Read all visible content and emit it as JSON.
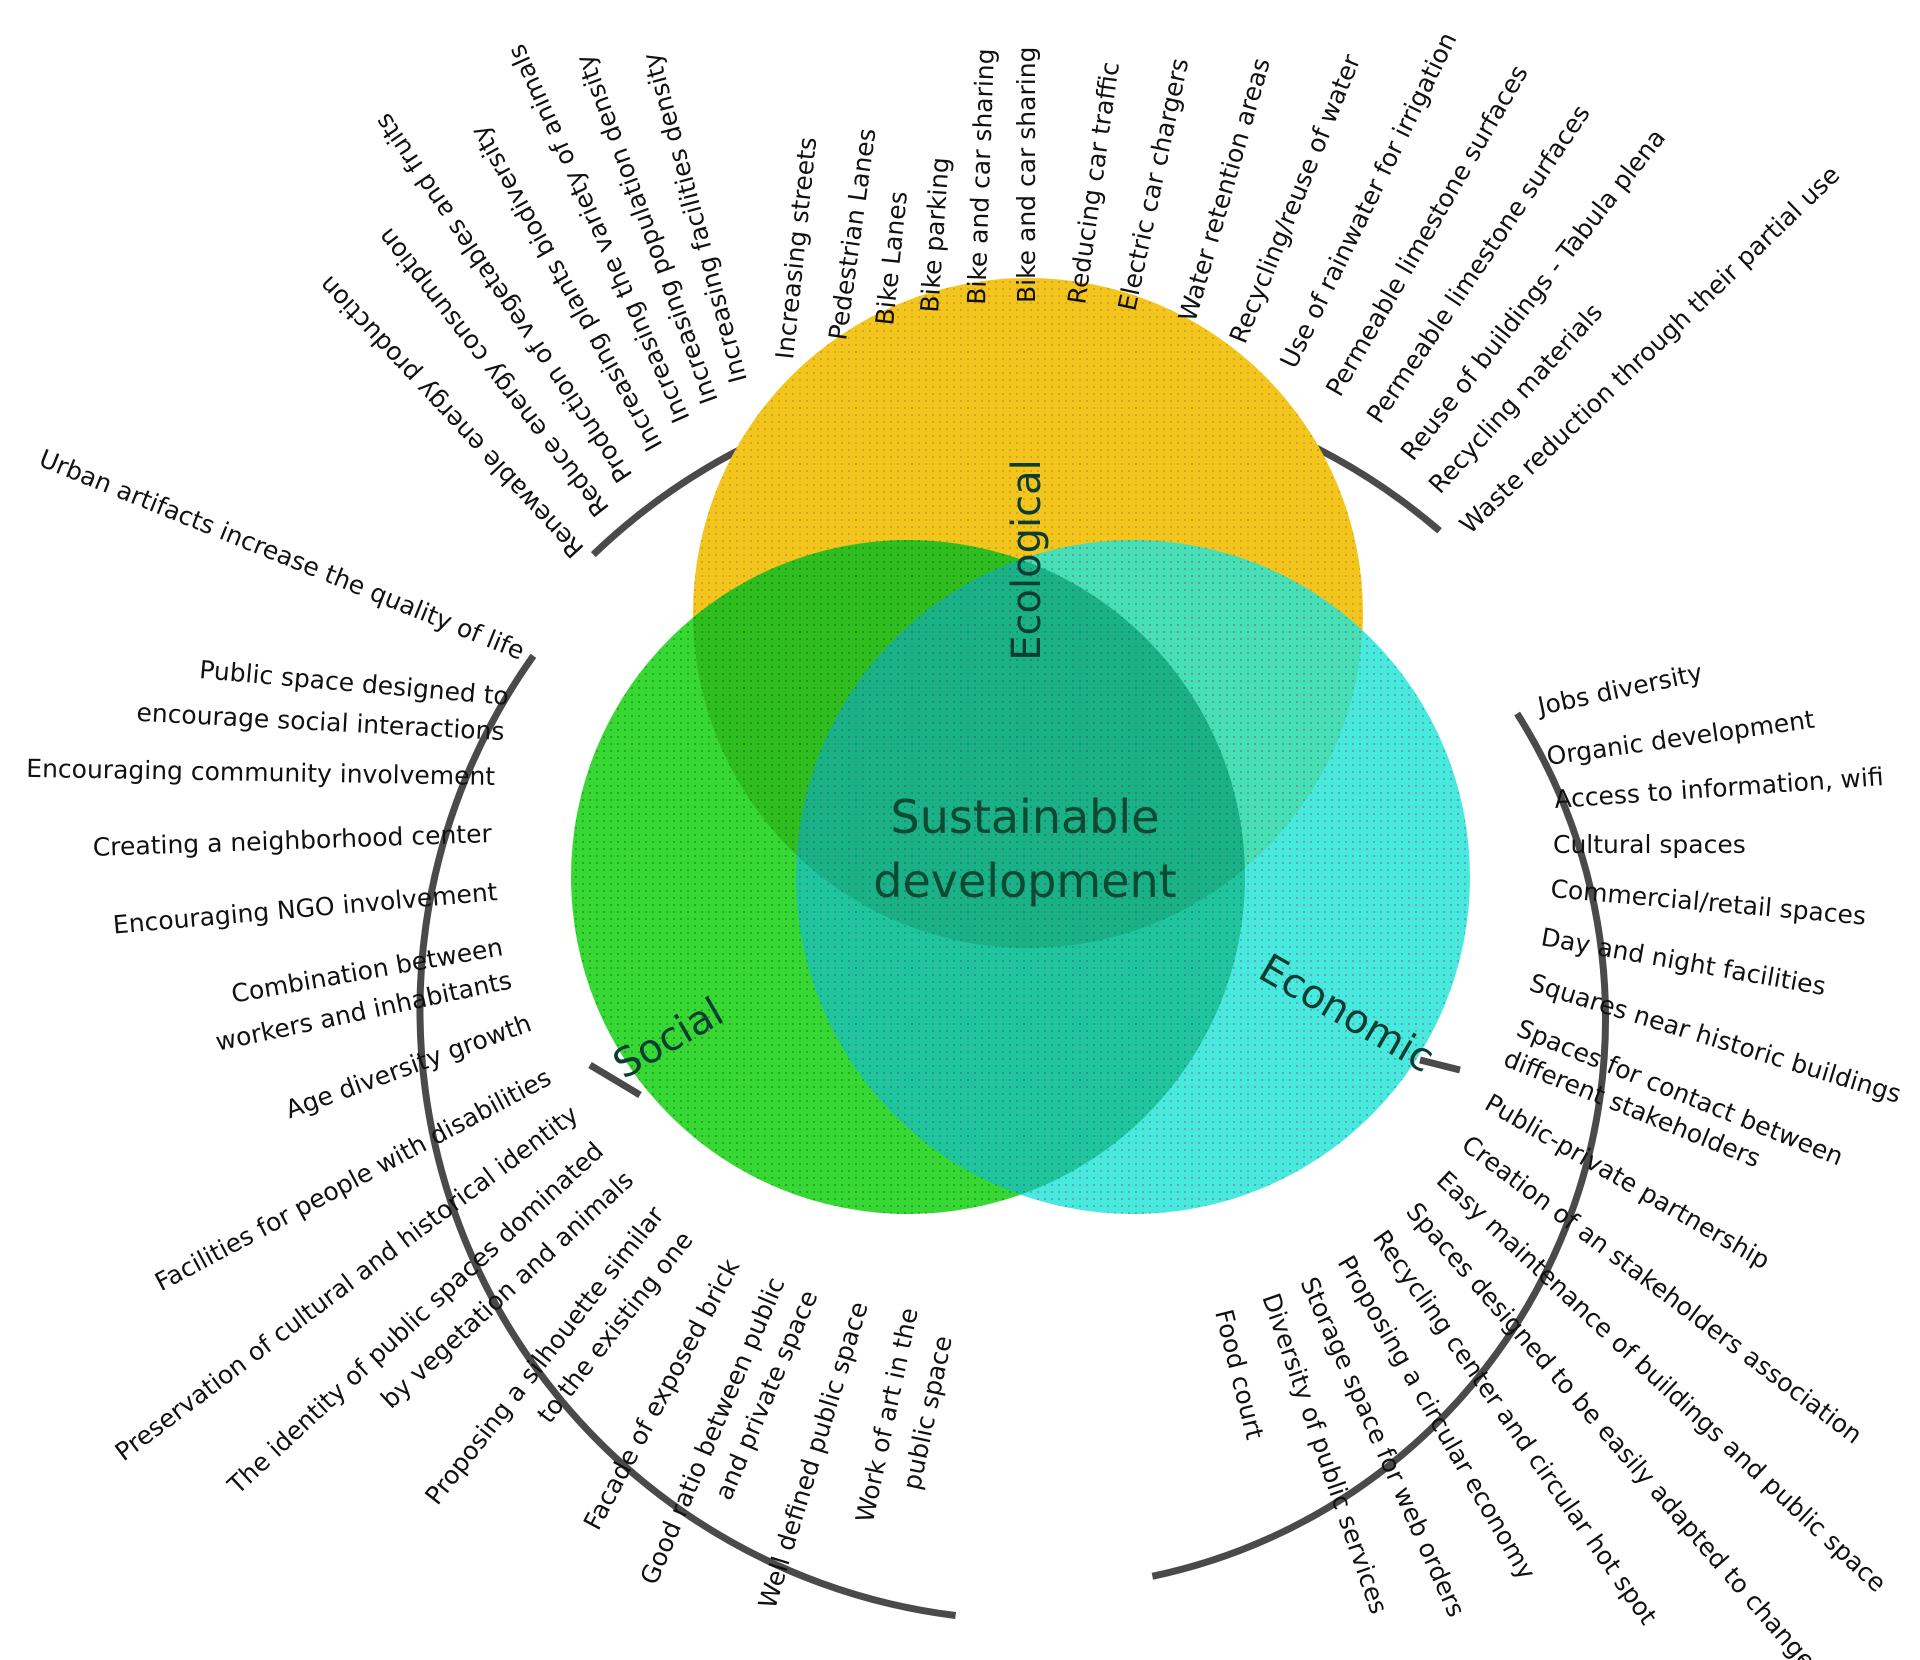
{
  "center": {
    "line1": "Sustainable",
    "line2": "development"
  },
  "sections": {
    "ecological": {
      "label": "Ecological",
      "color": "#f2c61c"
    },
    "social": {
      "label": "Social",
      "color": "#22d41e"
    },
    "economic": {
      "label": "Economic",
      "color": "#1fe6d6"
    }
  },
  "ecological_items": [
    "Renewable energy production",
    "Reduce energy consumption",
    "Production of vegetables and fruits",
    "Increasing plants biodiversity",
    "Increasing the variety of animals",
    "Increasing population density",
    "Increasing facilities density",
    "Increasing streets",
    "Pedestrian Lanes",
    "Bike Lanes",
    "Bike parking",
    "Bike and car sharing",
    "Bike and car sharing",
    "Reducing car traffic",
    "Electric car chargers",
    "Water retention areas",
    "Recycling/reuse of water",
    "Use of rainwater for irrigation",
    "Permeable limestone surfaces",
    "Permeable limestone surfaces",
    "Reuse of buildings - Tabula plena",
    "Recycling materials",
    "Waste reduction through their partial use"
  ],
  "social_items": [
    "Urban artifacts increase the quality of life",
    "Public space designed to",
    "encourage social interactions",
    "Encouraging community involvement",
    "Creating a neighborhood center",
    "Encouraging NGO involvement",
    "Combination between",
    "workers and inhabitants",
    "Age diversity growth",
    "Facilities for people with disabilities",
    "Preservation of cultural and historical identity",
    "The identity of public spaces dominated",
    "by vegetation and animals",
    "Proposing a silhouette similar",
    "to the existing one",
    "Facade of exposed brick",
    "Good ratio between public",
    "and private space",
    "Well defined public space",
    "Work of art in the",
    "public space"
  ],
  "economic_items": [
    "Jobs diversity",
    "Organic development",
    "Access to information, wifi",
    "Cultural spaces",
    "Commercial/retail spaces",
    "Day and night facilities",
    "Squares near historic buildings",
    "Spaces for contact between",
    "different stakeholders",
    "Public-private partnership",
    "Creation of an stakeholders association",
    "Easy maintenance of buildings and public space",
    "Spaces designed to be easily adapted to changes",
    "Recycling center and circular hot spot",
    "Proposing a circular economy",
    "Storage space for web orders",
    "Diversity of public services",
    "Food court"
  ]
}
